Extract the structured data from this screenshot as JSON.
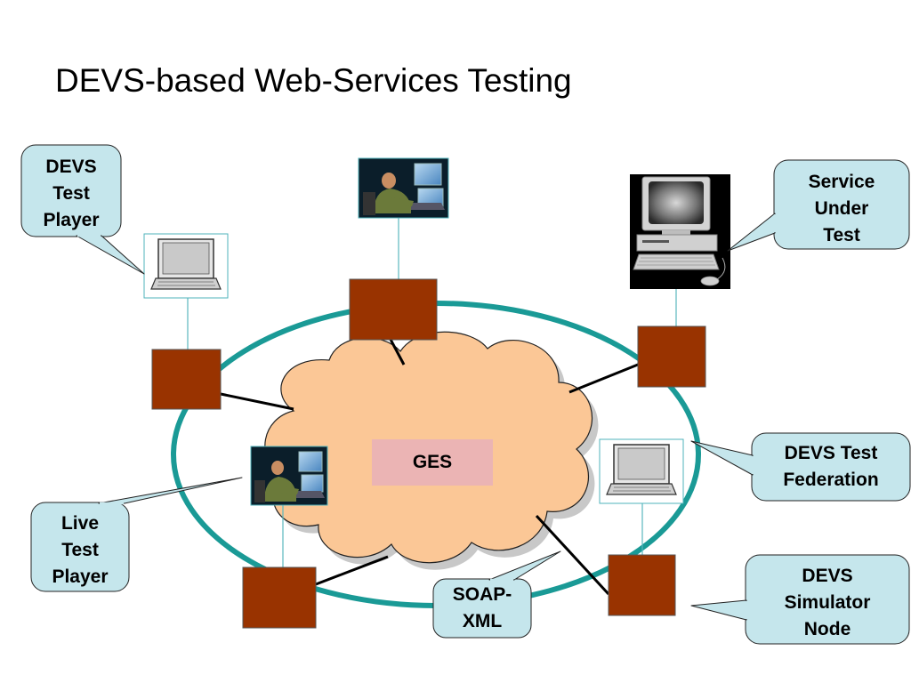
{
  "slide": {
    "title": "DEVS-based Web-Services Testing"
  },
  "callouts": {
    "devs_test_player": [
      "DEVS",
      "Test",
      "Player"
    ],
    "service_under_test": [
      "Service",
      "Under",
      "Test"
    ],
    "devs_test_federation": [
      "DEVS Test",
      "Federation"
    ],
    "live_test_player": [
      "Live",
      "Test",
      "Player"
    ],
    "soap_xml": [
      "SOAP-",
      "XML"
    ],
    "devs_simulator_node": [
      "DEVS",
      "Simulator",
      "Node"
    ]
  },
  "cloud": {
    "label": "GES"
  },
  "colors": {
    "ring": "#1a9a96",
    "node_fill": "#993300",
    "cloud_fill": "#fbc796",
    "ges_box": "#ebb4b4",
    "callout_fill": "#c5e6ec",
    "connector": "#5ab7be"
  },
  "icons": {
    "laptop": "laptop-icon",
    "operator": "operator-workstation-icon",
    "desktop": "desktop-computer-icon"
  }
}
